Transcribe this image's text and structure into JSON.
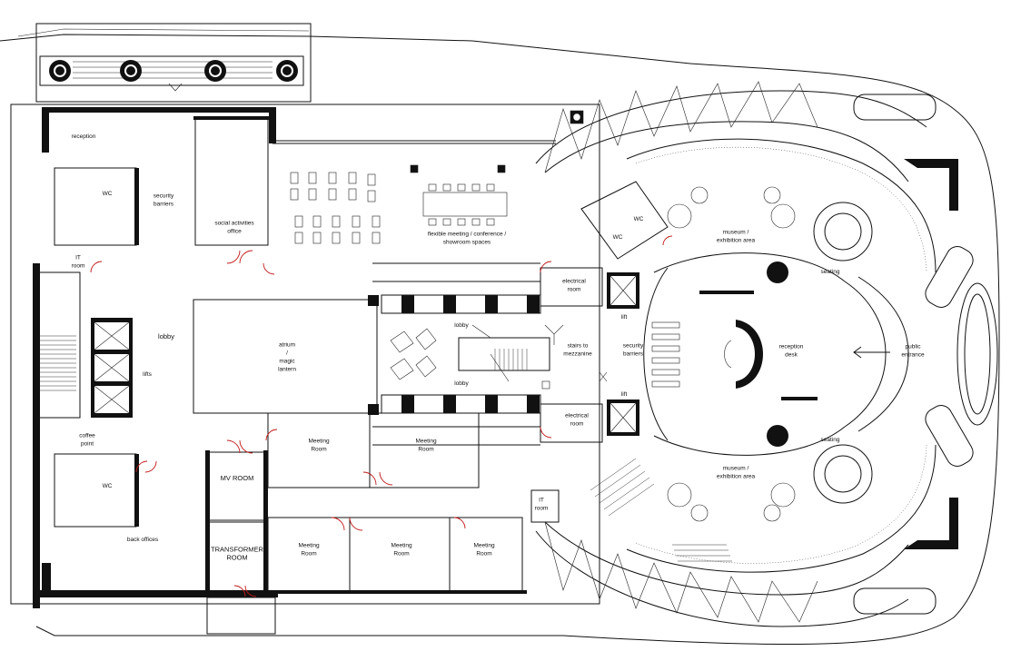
{
  "plan": {
    "labels": {
      "reception": "reception",
      "wc1": "WC",
      "wc2": "WC",
      "wc3": "WC",
      "wc4": "WC",
      "security_barriers_left": "security barriers",
      "social_office": "social activities office",
      "it_room_left": "IT room",
      "it_room_right": "IT room",
      "lobby_left": "lobby",
      "lifts": "lifts",
      "coffee_point": "coffee point",
      "back_offices": "back offices",
      "mv_room": "MV ROOM",
      "transformer_room": "TRANSFORMER ROOM",
      "atrium": "atrium / magic lantern",
      "flexible_meeting": "flexible meeting / conference / showroom spaces",
      "meeting_room": "Meeting Room",
      "lobby_upper": "lobby",
      "lobby_lower": "lobby",
      "stairs_mezz": "stairs to mezzanine",
      "security_barriers_right": "security barriers",
      "lift_upper": "lift",
      "lift_lower": "lift",
      "electrical_room": "electrical room",
      "museum": "museum / exhibition area",
      "seating": "seating",
      "reception_desk": "reception desk",
      "public_entrance": "public entrance"
    }
  }
}
